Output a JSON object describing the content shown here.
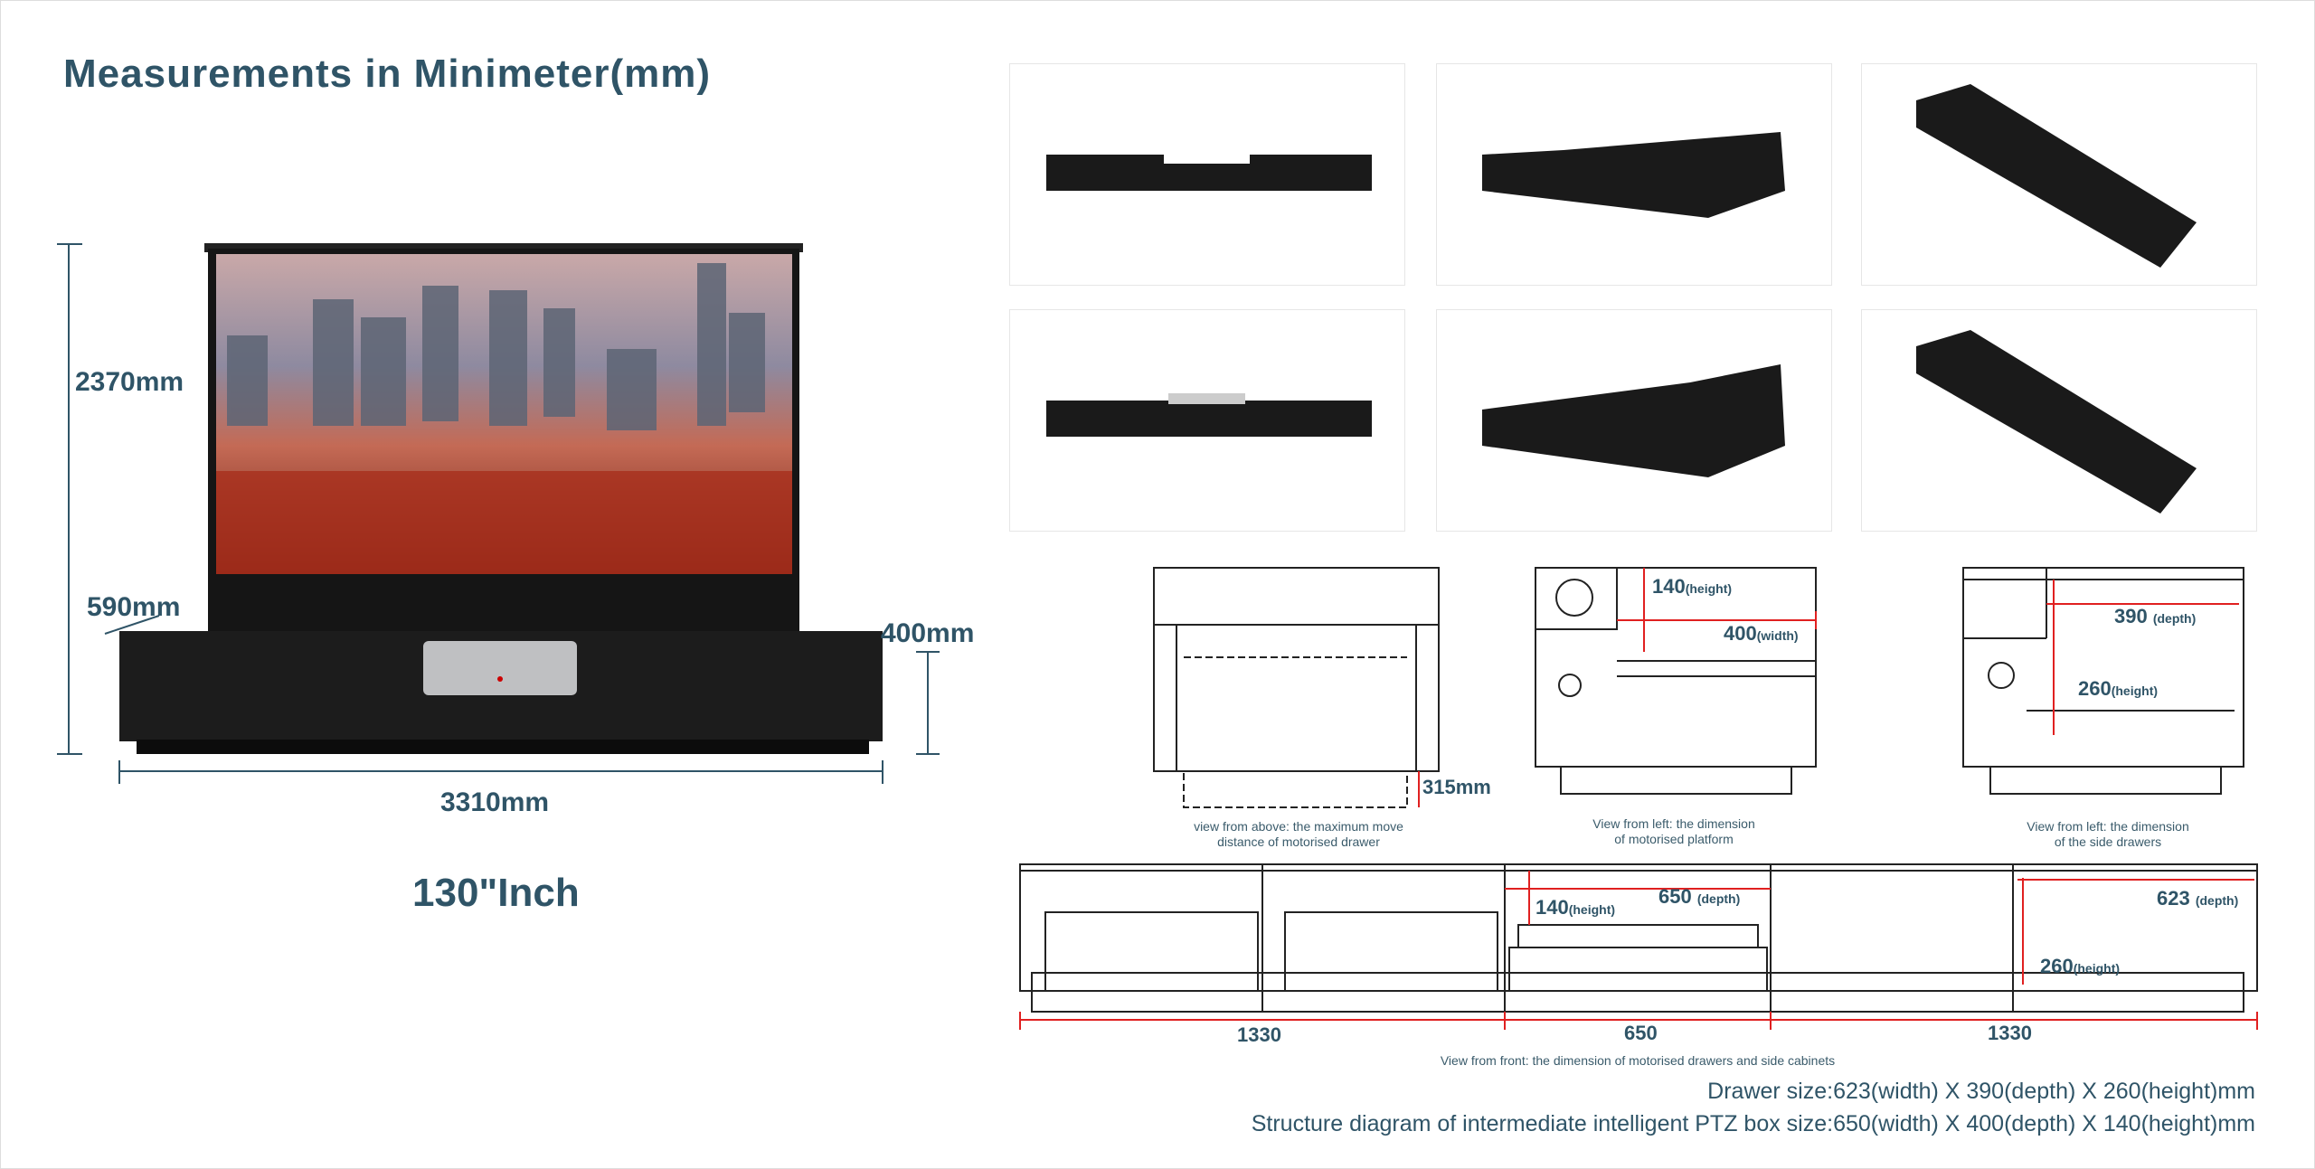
{
  "title": "Measurements in Minimeter(mm)",
  "product": {
    "height": "2370mm",
    "depth": "590mm",
    "cabinet_height": "400mm",
    "width": "3310mm",
    "screen_size": "130\"Inch"
  },
  "diagrams": {
    "top_view": {
      "dimension": "315mm",
      "caption": [
        "view from above: the maximum move",
        "distance of motorised drawer"
      ]
    },
    "platform_view": {
      "height": "140",
      "height_unit": "(height)",
      "width": "400",
      "width_unit": "(width)",
      "caption": [
        "View from left: the dimension",
        "of motorised platform"
      ]
    },
    "side_drawer_view": {
      "depth": "390",
      "depth_unit": "(depth)",
      "height": "260",
      "height_unit": "(height)",
      "caption": [
        "View from left: the dimension",
        "of the side drawers"
      ]
    },
    "front_view": {
      "center_height": "140",
      "center_height_unit": "(height)",
      "center_depth": "650",
      "center_depth_unit": "(depth)",
      "drawer_depth": "623",
      "drawer_depth_unit": "(depth)",
      "drawer_height": "260",
      "drawer_height_unit": "(height)",
      "widths": [
        "1330",
        "650",
        "1330"
      ],
      "caption": "View from front: the dimension of motorised drawers and side cabinets"
    }
  },
  "notes": [
    "Drawer size:623(width)  X 390(depth) X 260(height)mm",
    "Structure diagram of intermediate intelligent PTZ box size:650(width) X 400(depth) X 140(height)mm"
  ],
  "colors": {
    "text": "#2f5467",
    "dimension_red": "#e02020",
    "cabinet": "#1c1c1c"
  }
}
